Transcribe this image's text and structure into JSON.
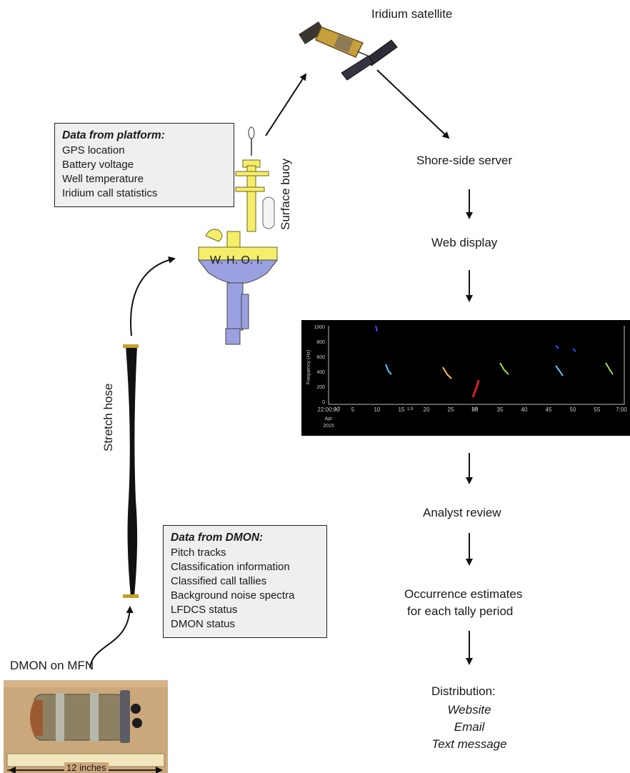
{
  "labels": {
    "satellite": "Iridium satellite",
    "server": "Shore-side server",
    "web": "Web display",
    "analyst": "Analyst review",
    "occurrence_1": "Occurrence estimates",
    "occurrence_2": "for each tally period",
    "distribution": "Distribution:",
    "surface_buoy": "Surface buoy",
    "stretch_hose": "Stretch hose",
    "dmon_on_mfn": "DMON on MFN",
    "whoi": "W. H. O. I.",
    "ruler": "12 inches"
  },
  "distribution_items": [
    "Website",
    "Email",
    "Text message"
  ],
  "platform_box": {
    "title": "Data from platform:",
    "items": [
      "GPS location",
      "Battery voltage",
      "Well temperature",
      "Iridium call statistics"
    ]
  },
  "dmon_box": {
    "title": "Data from DMON:",
    "items": [
      "Pitch tracks",
      "Classification information",
      "Classified call tallies",
      "Background noise spectra",
      "LFDCS status",
      "DMON status"
    ]
  },
  "spectrogram": {
    "ylabel": "Frequency (Hz)",
    "yticks": [
      "1000",
      "800",
      "600",
      "400",
      "200",
      "0"
    ],
    "xticks": [
      "22:00:00",
      "5",
      "10",
      "15",
      "20",
      "25",
      "30",
      "35",
      "40",
      "45",
      "50",
      "55",
      "7:00"
    ],
    "date": [
      "Apr",
      "2015"
    ],
    "markers": [
      "1.7",
      "1.9",
      "1.8"
    ]
  },
  "colors": {
    "buoy_yellow": "#f5ee6a",
    "buoy_blue": "#9aa0e0",
    "box_fill": "#efefef"
  }
}
